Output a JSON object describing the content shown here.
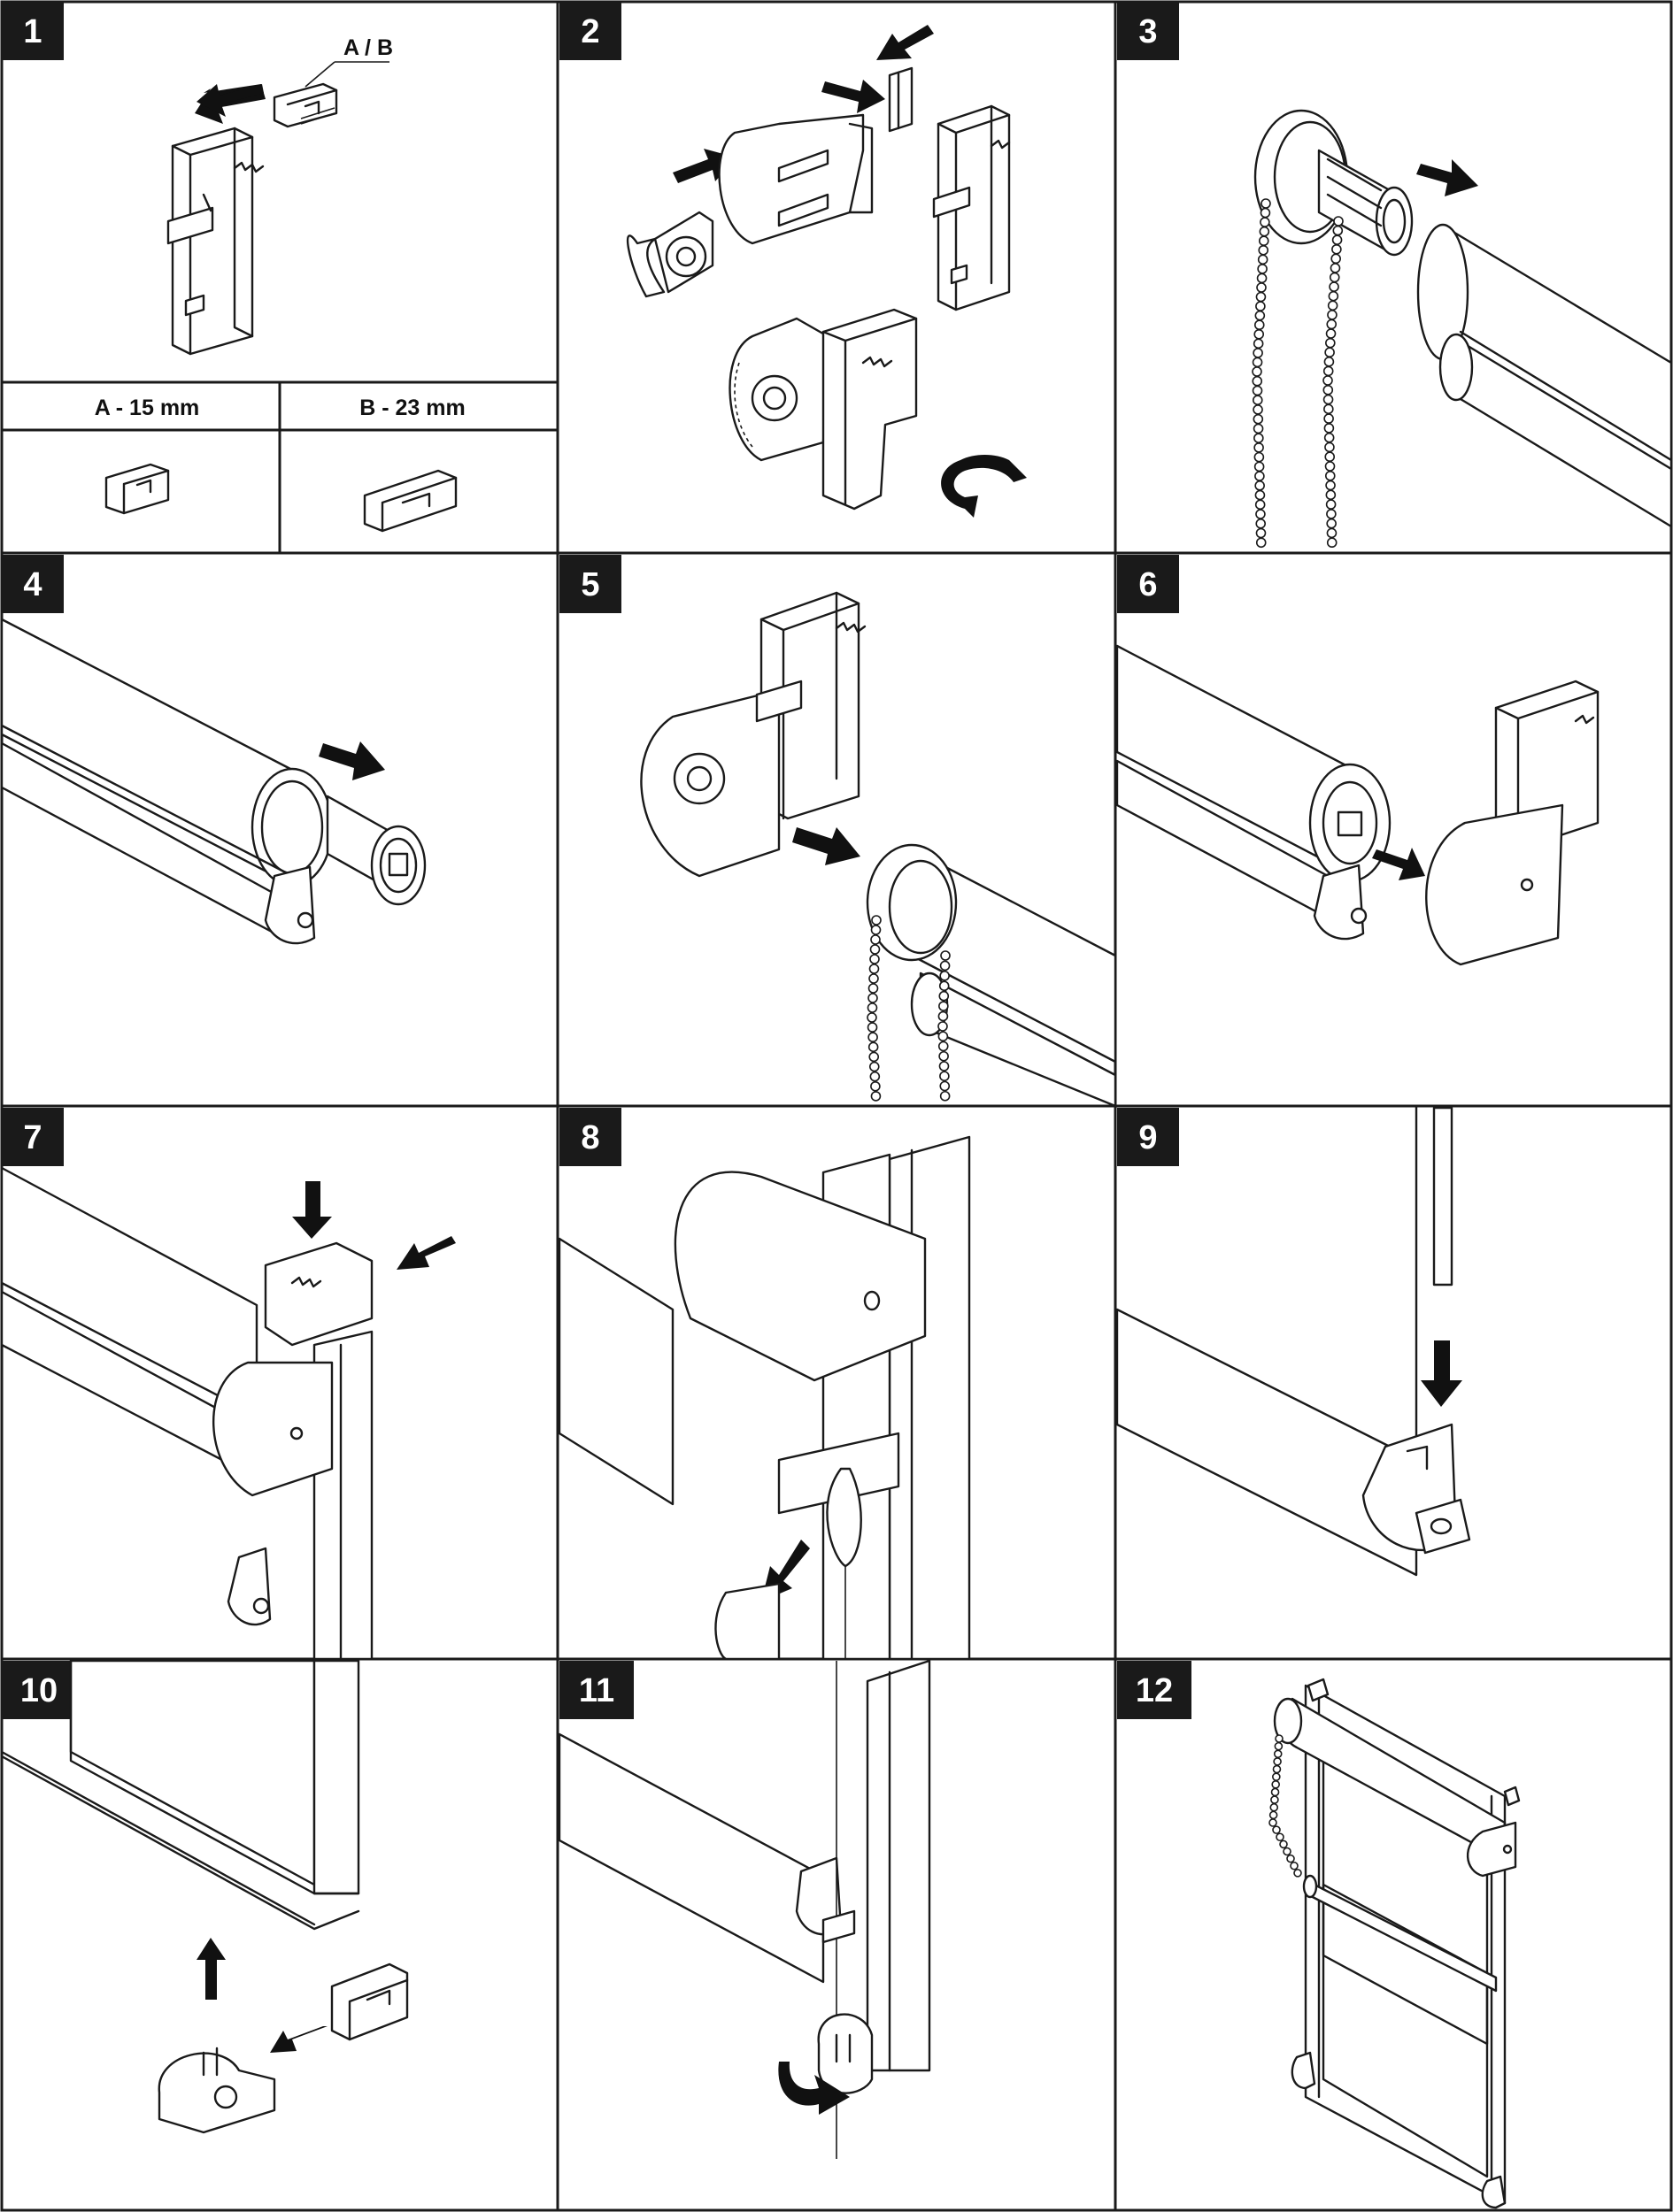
{
  "steps": [
    {
      "num": "1"
    },
    {
      "num": "2"
    },
    {
      "num": "3"
    },
    {
      "num": "4"
    },
    {
      "num": "5"
    },
    {
      "num": "6"
    },
    {
      "num": "7"
    },
    {
      "num": "8"
    },
    {
      "num": "9"
    },
    {
      "num": "10"
    },
    {
      "num": "11"
    },
    {
      "num": "12"
    }
  ],
  "step1": {
    "callout": "A / B",
    "option_a": "A - 15 mm",
    "option_b": "B - 23 mm"
  },
  "colors": {
    "line": "#1a1a1a",
    "label_bg": "#1a1a1a",
    "label_text": "#ffffff",
    "background": "#ffffff"
  }
}
